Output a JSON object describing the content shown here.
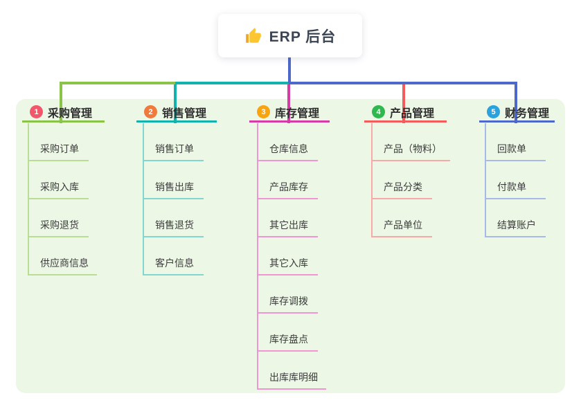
{
  "root": {
    "title": "ERP 后台",
    "icon": "thumbs-up-icon",
    "stem_color": "#4d68c8"
  },
  "canvas": {
    "page_bg": "#ffffff",
    "panel_bg": "#ecf7e6"
  },
  "branches": [
    {
      "badge": "1",
      "label": "采购管理",
      "badge_color": "#f2566b",
      "line_color": "#8ac24a",
      "sub_line_color": "#b9dd92",
      "children": [
        "采购订单",
        "采购入库",
        "采购退货",
        "供应商信息"
      ]
    },
    {
      "badge": "2",
      "label": "销售管理",
      "badge_color": "#ef7a3c",
      "line_color": "#12b2ad",
      "sub_line_color": "#82d6d0",
      "children": [
        "销售订单",
        "销售出库",
        "销售退货",
        "客户信息"
      ]
    },
    {
      "badge": "3",
      "label": "库存管理",
      "badge_color": "#f8a410",
      "line_color": "#d63ca6",
      "sub_line_color": "#ee95d2",
      "children": [
        "仓库信息",
        "产品库存",
        "其它出库",
        "其它入库",
        "库存调拨",
        "库存盘点",
        "出库库明细"
      ]
    },
    {
      "badge": "4",
      "label": "产品管理",
      "badge_color": "#2eb84e",
      "line_color": "#f25c5c",
      "sub_line_color": "#f8a8a8",
      "children": [
        "产品（物料）",
        "产品分类",
        "产品单位"
      ]
    },
    {
      "badge": "5",
      "label": "财务管理",
      "badge_color": "#2ba2dd",
      "line_color": "#4d68c8",
      "sub_line_color": "#a7b9e8",
      "children": [
        "回款单",
        "付款单",
        "结算账户"
      ]
    }
  ]
}
